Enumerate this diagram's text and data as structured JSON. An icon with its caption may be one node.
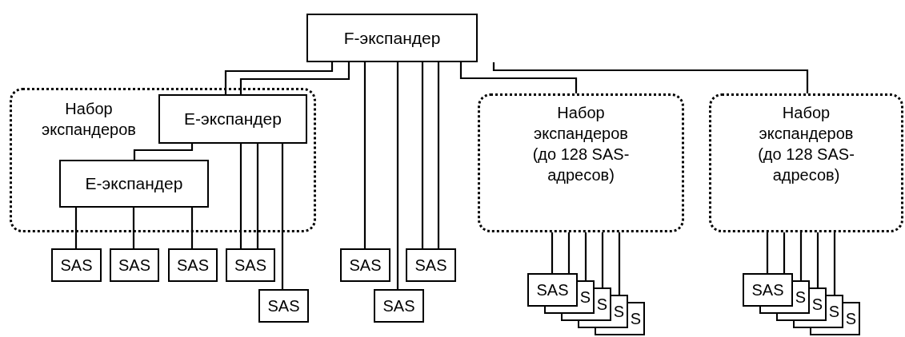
{
  "diagram": {
    "nodes": [
      {
        "text": [
          "F-экспандер"
        ]
      },
      {
        "text": [
          "Набор экспандеров"
        ]
      },
      {
        "text": [
          "E-экспандер"
        ],
        "in": 1
      },
      {
        "text": [
          "E-экспандер"
        ],
        "in": 1
      },
      {
        "text": [
          "SAS"
        ]
      },
      {
        "text": [
          "SAS"
        ]
      },
      {
        "text": [
          "SAS"
        ]
      },
      {
        "text": [
          "SAS"
        ]
      },
      {
        "text": [
          "SAS"
        ]
      },
      {
        "text": [
          "SAS"
        ]
      },
      {
        "text": [
          "SAS"
        ]
      },
      {
        "text": [
          "SAS"
        ]
      },
      {
        "text": [
          "Набор экспандеров (до 128 SAS-адресов)"
        ]
      },
      {
        "text": [
          "Набор экспандеров (до 128 SAS-адресов)"
        ]
      },
      {
        "text": [
          "SAS"
        ]
      },
      {
        "text": [
          "S"
        ]
      },
      {
        "text": [
          "S"
        ]
      },
      {
        "text": [
          "S"
        ]
      },
      {
        "text": [
          "S"
        ]
      },
      {
        "text": [
          "SAS"
        ]
      },
      {
        "text": [
          "S"
        ]
      },
      {
        "text": [
          "S"
        ]
      },
      {
        "text": [
          "S"
        ]
      },
      {
        "text": [
          "S"
        ]
      }
    ],
    "edges": [
      {
        "from": 0,
        "to": 2,
        "arrow": "none"
      },
      {
        "from": 0,
        "to": 2,
        "arrow": "none"
      },
      {
        "from": 0,
        "to": 9,
        "arrow": "none"
      },
      {
        "from": 0,
        "to": 10,
        "arrow": "none"
      },
      {
        "from": 0,
        "to": 11,
        "arrow": "none"
      },
      {
        "from": 0,
        "to": 11,
        "arrow": "none"
      },
      {
        "from": 0,
        "to": 12,
        "arrow": "none"
      },
      {
        "from": 0,
        "to": 13,
        "arrow": "none"
      },
      {
        "from": 2,
        "to": 3,
        "arrow": "none"
      },
      {
        "from": 2,
        "to": 7,
        "arrow": "none"
      },
      {
        "from": 2,
        "to": 7,
        "arrow": "none"
      },
      {
        "from": 2,
        "to": 8,
        "arrow": "none"
      },
      {
        "from": 3,
        "to": 4,
        "arrow": "none"
      },
      {
        "from": 3,
        "to": 5,
        "arrow": "none"
      },
      {
        "from": 3,
        "to": 6,
        "arrow": "none"
      },
      {
        "from": 12,
        "to": 14,
        "arrow": "none"
      },
      {
        "from": 12,
        "to": 14,
        "arrow": "none"
      },
      {
        "from": 12,
        "to": 15,
        "arrow": "none"
      },
      {
        "from": 12,
        "to": 16,
        "arrow": "none"
      },
      {
        "from": 12,
        "to": 17,
        "arrow": "none"
      },
      {
        "from": 13,
        "to": 19,
        "arrow": "none"
      },
      {
        "from": 13,
        "to": 19,
        "arrow": "none"
      },
      {
        "from": 13,
        "to": 20,
        "arrow": "none"
      },
      {
        "from": 13,
        "to": 21,
        "arrow": "none"
      },
      {
        "from": 13,
        "to": 22,
        "arrow": "none"
      }
    ]
  }
}
